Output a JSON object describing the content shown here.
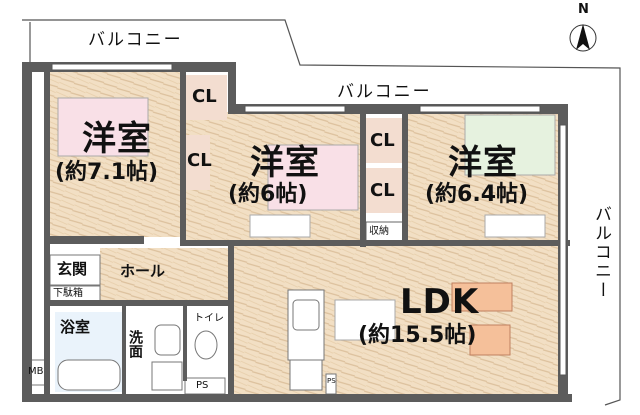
{
  "compass": {
    "north": "N",
    "icon": "north-arrow-icon"
  },
  "balconies": {
    "top_left": "バルコニー",
    "top_right": "バルコニー",
    "right": "バルコニー"
  },
  "rooms": {
    "western1": {
      "name": "洋室",
      "size": "(約7.1帖)"
    },
    "western2": {
      "name": "洋室",
      "size": "(約6帖)"
    },
    "western3": {
      "name": "洋室",
      "size": "(約6.4帖)"
    },
    "ldk": {
      "name": "LDK",
      "size": "(約15.5帖)"
    }
  },
  "closets": [
    "CL",
    "CL",
    "CL",
    "CL"
  ],
  "labels": {
    "storage": "収納",
    "entrance": "玄関",
    "hall": "ホール",
    "shoe_box": "下駄箱",
    "bath": "浴室",
    "wash": "洗面",
    "toilet": "トイレ",
    "ps1": "PS",
    "ps2": "PS",
    "mb": "MB"
  },
  "colors": {
    "wall": "#5c5c5c",
    "floor": "#f0dcc0",
    "closet": "#f3ddd0",
    "bath": "#eaf3fb",
    "pink_bed": "#f7c6d4",
    "green_bed": "#d8ecd0",
    "sofa": "#f5c09a"
  }
}
